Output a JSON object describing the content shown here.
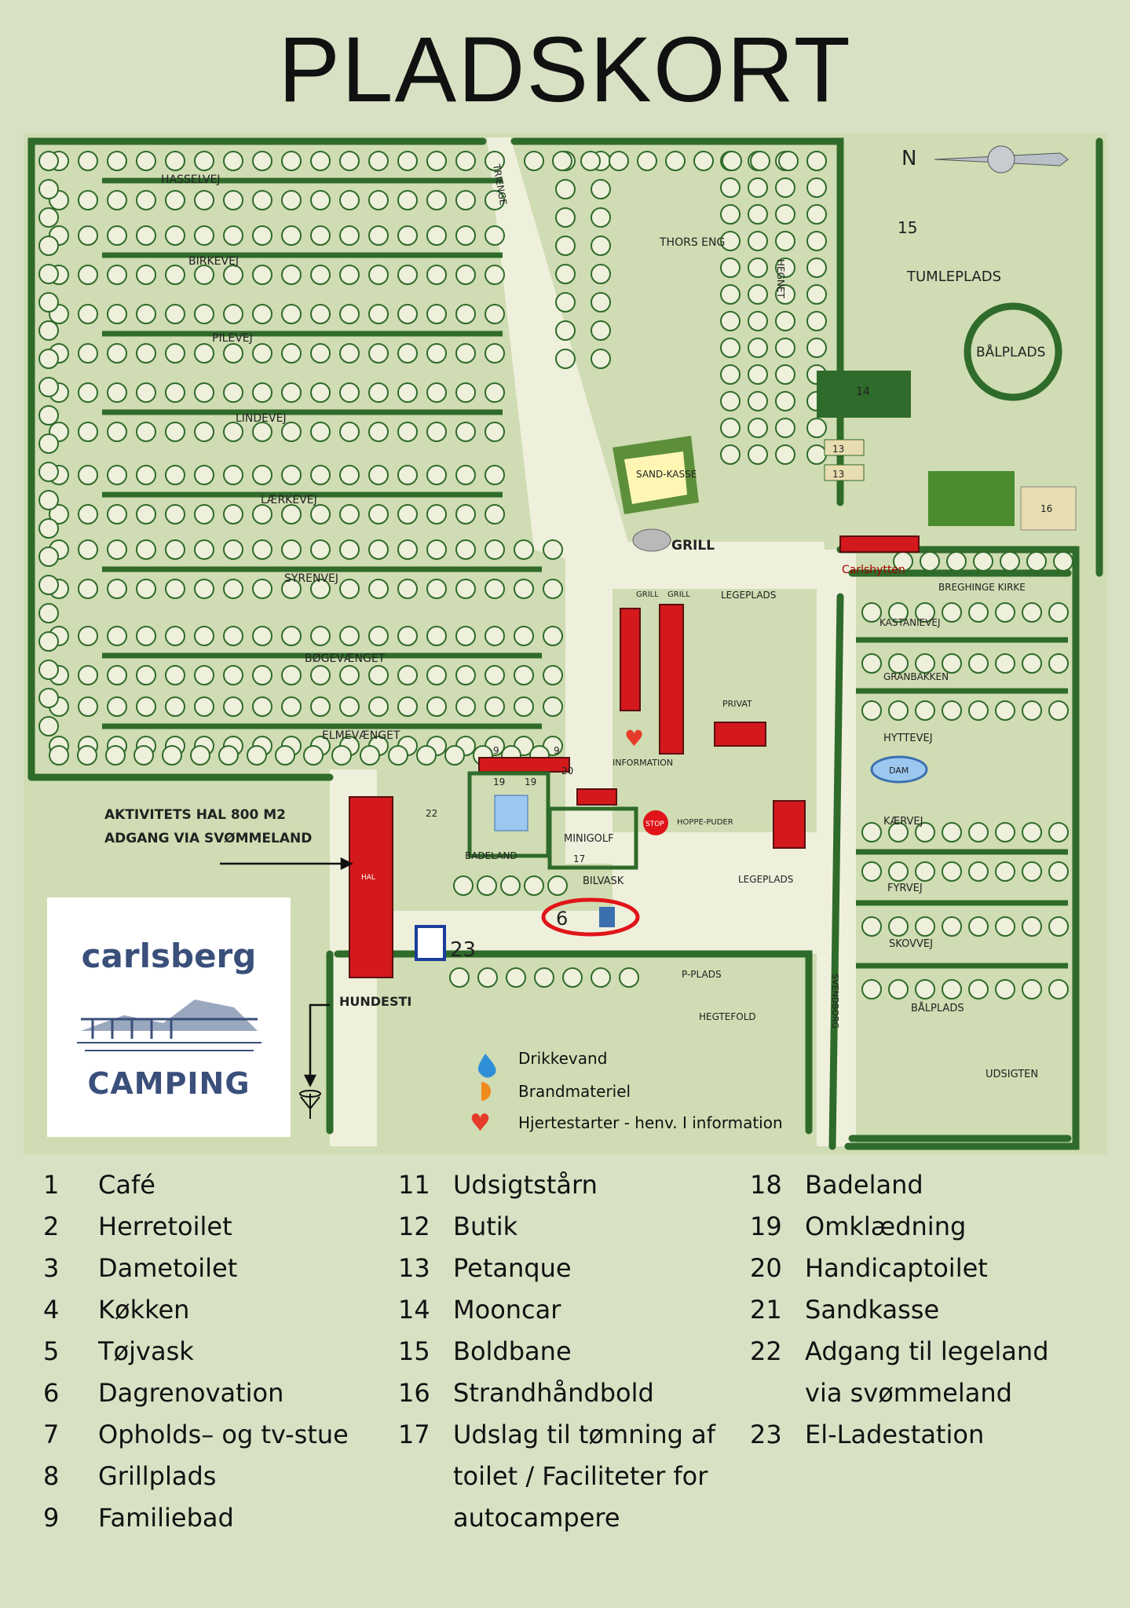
{
  "title": "PLADSKORT",
  "compass": {
    "north_label": "N"
  },
  "map_labels": {
    "hasselvej": "HASSELVEJ",
    "birkevej": "BIRKEVEJ",
    "pilevej": "PILEVEJ",
    "lindevej": "LINDEVEJ",
    "laerkevej": "LÆRKEVEJ",
    "syrenvej": "SYRENVEJ",
    "bogevaenget": "BØGEVÆNGET",
    "elmevaenget": "ELMEVÆNGET",
    "thors_eng": "THORS ENG",
    "trienge": "TRIENGE",
    "hegnet": "HEGNET",
    "tumleplads": "TUMLEPLADS",
    "balplads_top": "BÅLPLADS",
    "boldbane_num": "15",
    "mooncar_num": "14",
    "petanque_a": "13",
    "petanque_b": "13",
    "strand_num": "16",
    "sandkasse": "SAND-KASSE",
    "grill": "GRILL",
    "carlshytten": "Carlshytten",
    "breghinge": "BREGHINGE KIRKE",
    "legeplads_top": "LEGEPLADS",
    "kastanievej": "KASTANIEVEJ",
    "granbakken": "GRANBAKKEN",
    "privat": "PRIVAT",
    "information": "INFORMATION",
    "hyttevej": "HYTTEVEJ",
    "dam": "DAM",
    "kaervej": "KÆRVEJ",
    "fyrvej": "FYRVEJ",
    "skovvej": "SKOVVEJ",
    "balplads_bottom": "BÅLPLADS",
    "udsigten": "UDSIGTEN",
    "hegtefold": "HEGTEFOLD",
    "svendborg": "SVENDBORG",
    "p_plads": "P-PLADS",
    "aktivitets": "AKTIVITETS HAL 800 M2",
    "adgang": "ADGANG VIA SVØMMELAND",
    "hal": "HAL",
    "badeland": "BADELAND",
    "minigolf": "MINIGOLF",
    "stop": "STOP",
    "hoppepuder": "HOPPE-PUDER",
    "legeplads_mid": "LEGEPLADS",
    "bilvask": "BILVASK",
    "hundesti": "HUNDESTI",
    "grill_a": "GRILL",
    "grill_b": "GRILL",
    "num_6": "6",
    "num_23": "23",
    "num_22": "22",
    "num_17": "17",
    "num_19a": "19",
    "num_19b": "19",
    "num_9a": "9",
    "num_9b": "9",
    "num_20": "20"
  },
  "key": [
    {
      "icon": "water-drop-icon",
      "label": "Drikkevand"
    },
    {
      "icon": "fire-material-icon",
      "label": "Brandmateriel"
    },
    {
      "icon": "heart-icon",
      "label": "Hjertestarter - henv. I information"
    }
  ],
  "logo": {
    "top": "carlsberg",
    "bottom": "CAMPING"
  },
  "legend_col1": [
    {
      "num": "1",
      "label": "Café"
    },
    {
      "num": "2",
      "label": "Herretoilet"
    },
    {
      "num": "3",
      "label": "Dametoilet"
    },
    {
      "num": "4",
      "label": "Køkken"
    },
    {
      "num": "5",
      "label": "Tøjvask"
    },
    {
      "num": "6",
      "label": "Dagrenovation"
    },
    {
      "num": "7",
      "label": "Opholds– og tv-stue"
    },
    {
      "num": "8",
      "label": "Grillplads"
    },
    {
      "num": "9",
      "label": "Familiebad"
    }
  ],
  "legend_col2": [
    {
      "num": "11",
      "label": "Udsigtstårn"
    },
    {
      "num": "12",
      "label": "Butik"
    },
    {
      "num": "13",
      "label": "Petanque"
    },
    {
      "num": "14",
      "label": "Mooncar"
    },
    {
      "num": "15",
      "label": "Boldbane"
    },
    {
      "num": "16",
      "label": "Strandhåndbold"
    },
    {
      "num": "17",
      "label": "Udslag til tømning af"
    },
    {
      "num": "",
      "label": "toilet / Faciliteter for"
    },
    {
      "num": "",
      "label": "autocampere"
    }
  ],
  "legend_col3": [
    {
      "num": "18",
      "label": "Badeland"
    },
    {
      "num": "19",
      "label": "Omklædning"
    },
    {
      "num": "20",
      "label": "Handicaptoilet"
    },
    {
      "num": "21",
      "label": "Sandkasse"
    },
    {
      "num": "22",
      "label": "Adgang til legeland"
    },
    {
      "num": "",
      "label": "via svømmeland"
    },
    {
      "num": "23",
      "label": "El-Ladestation"
    }
  ],
  "colors": {
    "hedge": "#2f6b2a",
    "building": "#d3191c",
    "path": "#eef0dc",
    "grass": "#c9d8a8",
    "water": "#3b8fd6",
    "fire": "#f08a1c"
  }
}
